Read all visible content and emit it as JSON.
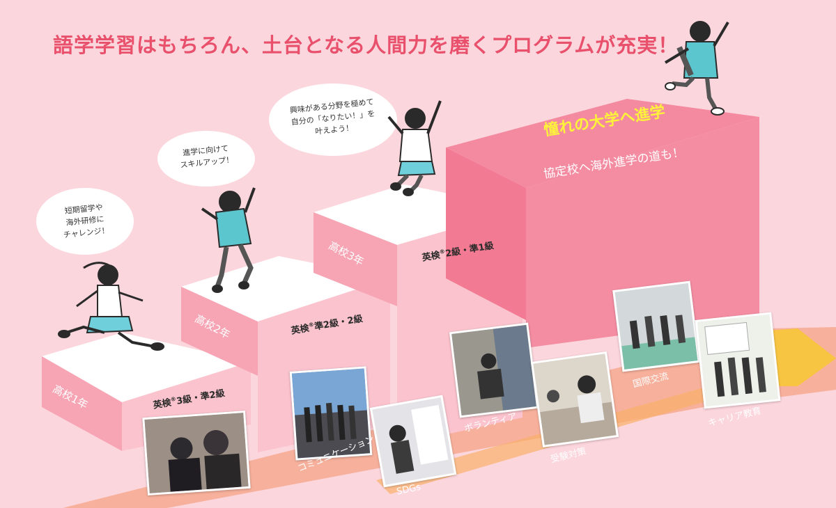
{
  "headline": "語学学習はもちろん、土台となる人間力を磨くプログラムが充実！",
  "steps": [
    {
      "grade": "高校1年",
      "eiken_prefix": "英検",
      "eiken_mark": "®",
      "eiken_suffix": "3級・準2級"
    },
    {
      "grade": "高校2年",
      "eiken_prefix": "英検",
      "eiken_mark": "®",
      "eiken_suffix": "準2級・2級"
    },
    {
      "grade": "高校3年",
      "eiken_prefix": "英検",
      "eiken_mark": "®",
      "eiken_suffix": "2級・準1級"
    }
  ],
  "top_step": {
    "title": "憧れの大学へ進学",
    "subtitle": "協定校へ海外進学の道も！"
  },
  "bubbles": [
    {
      "lines": [
        "短期留学や",
        "海外研修に",
        "チャレンジ！"
      ]
    },
    {
      "lines": [
        "進学に向けて",
        "スキルアップ！"
      ]
    },
    {
      "lines": [
        "興味がある分野を極めて",
        "自分の「なりたい！」を",
        "叶えよう！"
      ]
    }
  ],
  "photos": [
    {
      "label": "コミュニケーション"
    },
    {
      "label": "SDGs"
    },
    {
      "label": "ボランティア"
    },
    {
      "label": "受験対策"
    },
    {
      "label": "国際交流"
    },
    {
      "label": "キャリア教育"
    }
  ],
  "colors": {
    "background": "#fcd6dd",
    "headline": "#e8506c",
    "step_front": "#f48aa0",
    "step_top": "#fbe3e8",
    "arrow": "#f8c542",
    "title_yellow": "#fff23a"
  }
}
